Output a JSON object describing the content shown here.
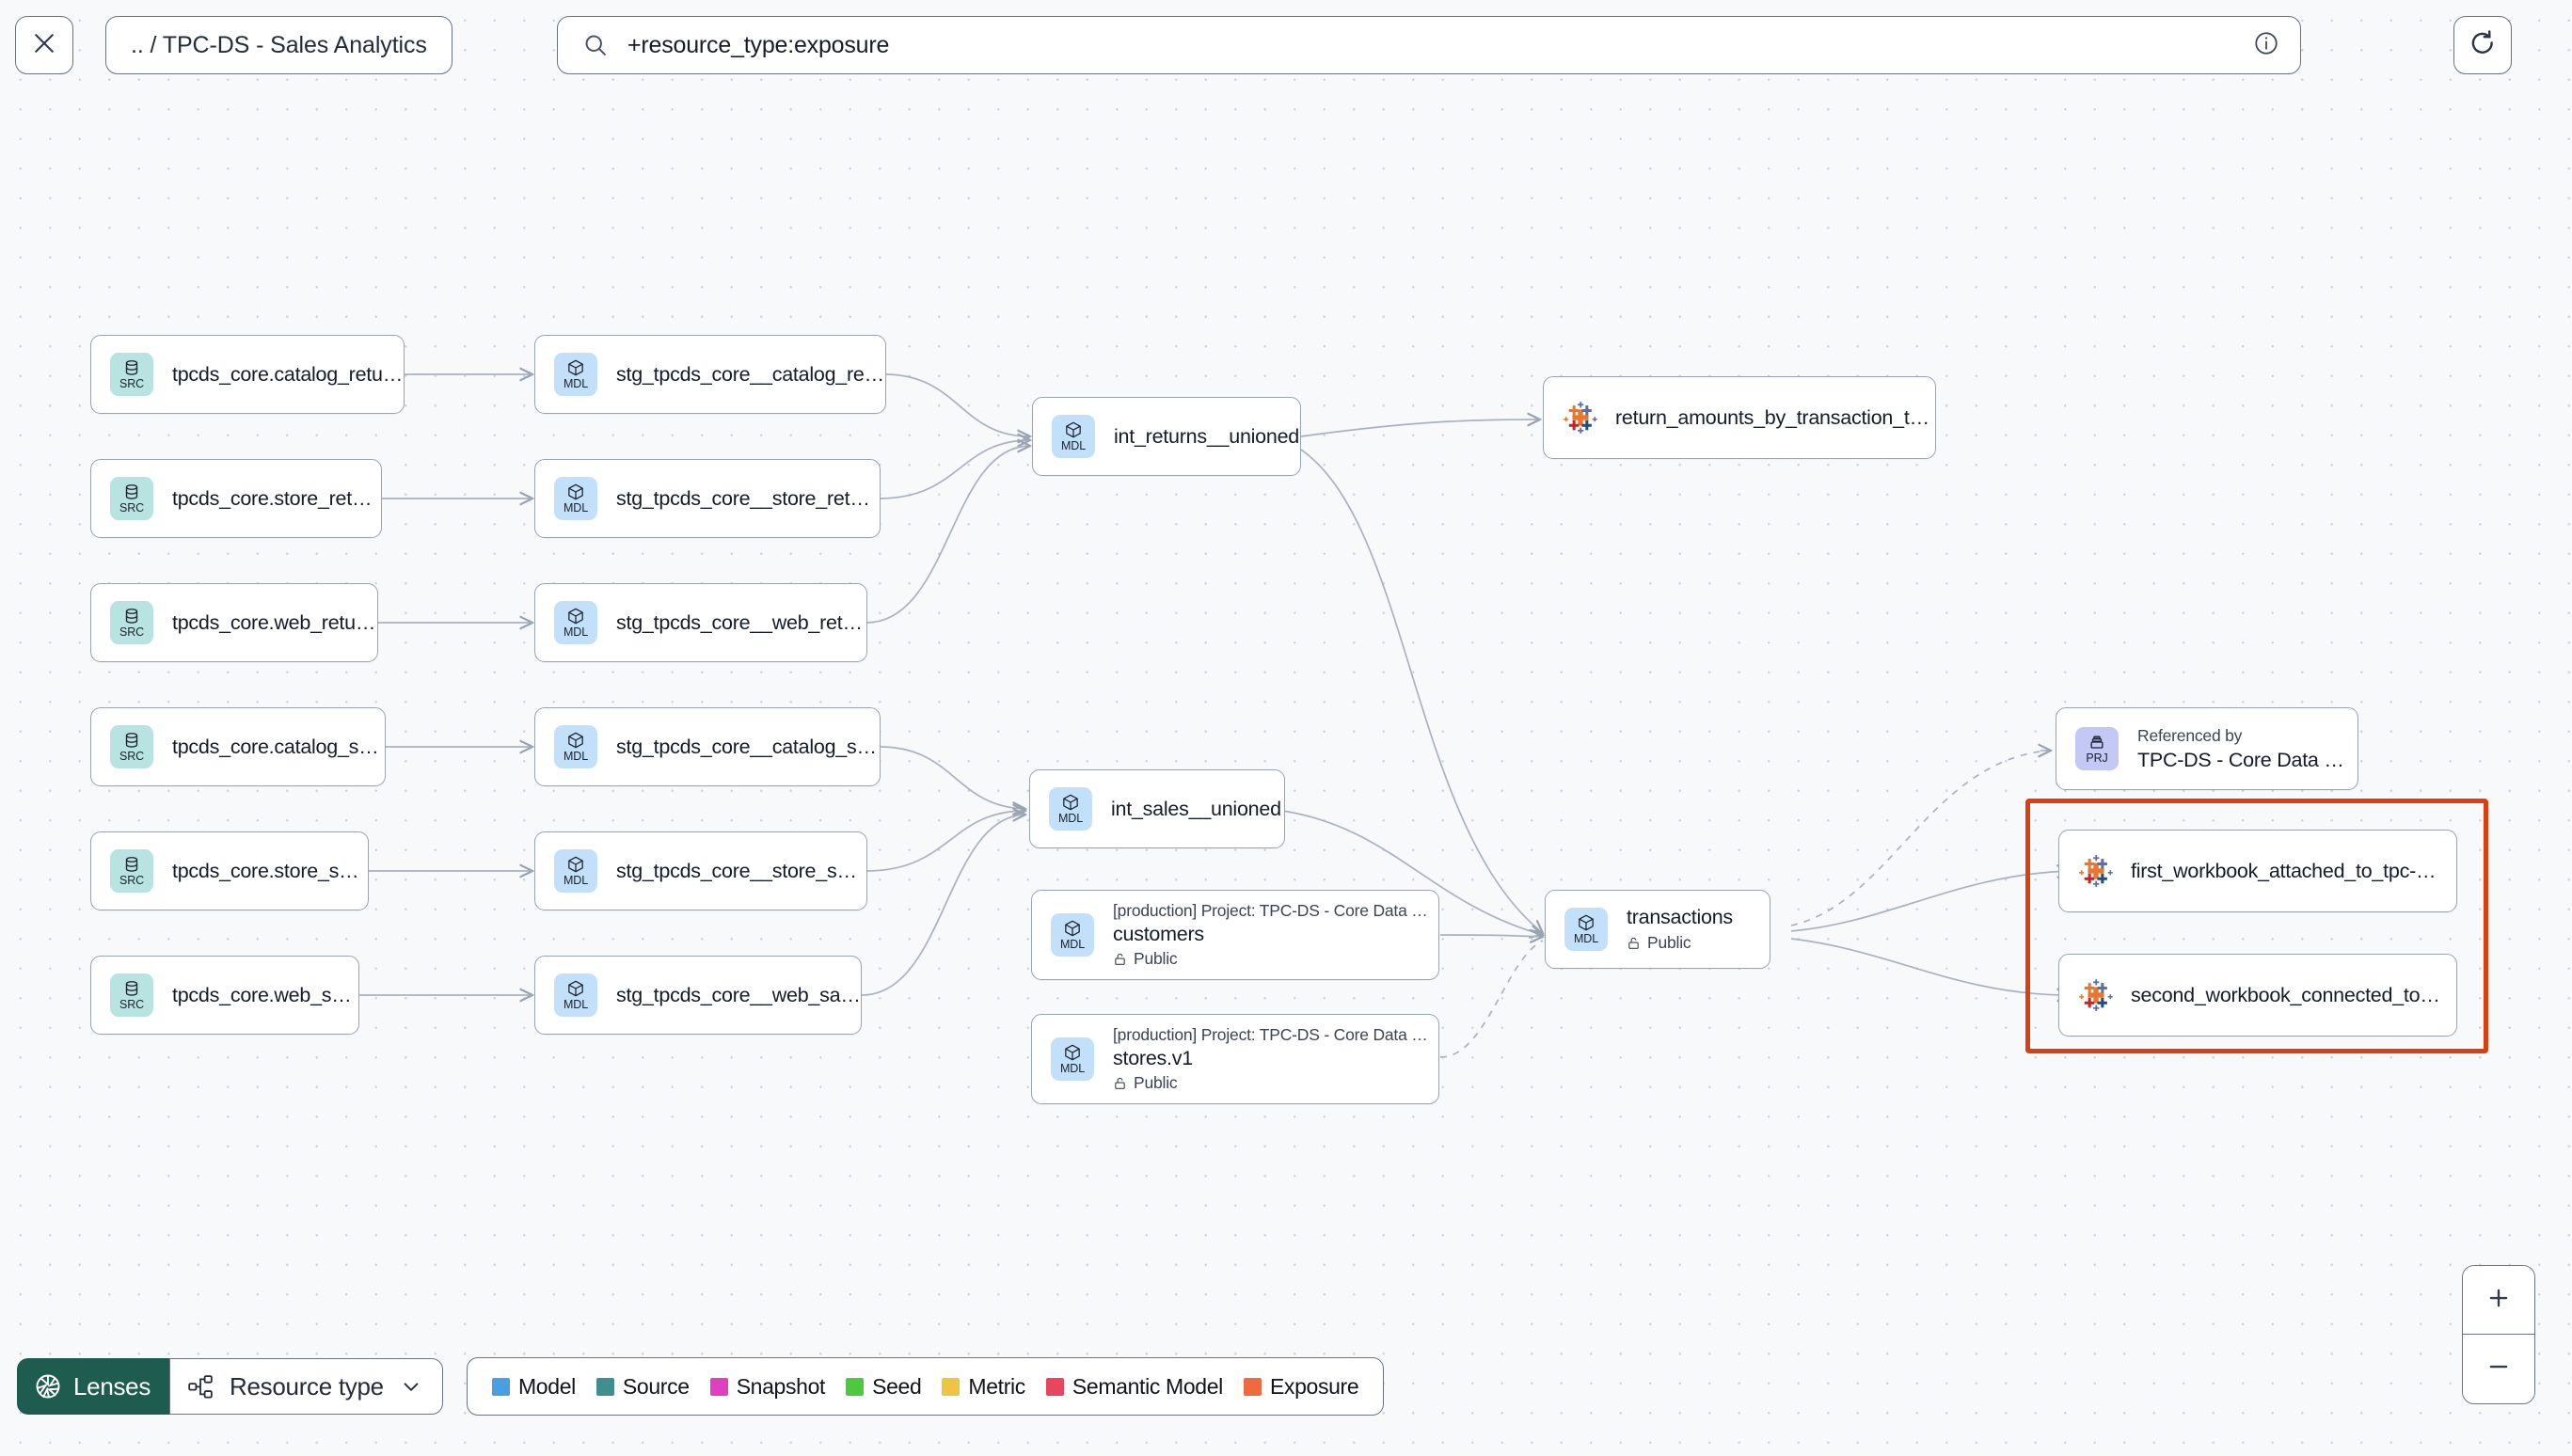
{
  "topbar": {
    "close_icon": "close-icon",
    "breadcrumb": ".. / TPC-DS - Sales Analytics",
    "search": {
      "icon": "search-icon",
      "value": "+resource_type:exposure",
      "info_icon": "info-icon"
    },
    "refresh_icon": "refresh-icon"
  },
  "graph": {
    "sources": [
      {
        "badge": "SRC",
        "name": "tpcds_core.catalog_returns"
      },
      {
        "badge": "SRC",
        "name": "tpcds_core.store_returns"
      },
      {
        "badge": "SRC",
        "name": "tpcds_core.web_returns"
      },
      {
        "badge": "SRC",
        "name": "tpcds_core.catalog_sales"
      },
      {
        "badge": "SRC",
        "name": "tpcds_core.store_sales"
      },
      {
        "badge": "SRC",
        "name": "tpcds_core.web_sales"
      }
    ],
    "staging": [
      {
        "badge": "MDL",
        "name": "stg_tpcds_core__catalog_returns"
      },
      {
        "badge": "MDL",
        "name": "stg_tpcds_core__store_returns"
      },
      {
        "badge": "MDL",
        "name": "stg_tpcds_core__web_returns"
      },
      {
        "badge": "MDL",
        "name": "stg_tpcds_core__catalog_sales"
      },
      {
        "badge": "MDL",
        "name": "stg_tpcds_core__store_sales"
      },
      {
        "badge": "MDL",
        "name": "stg_tpcds_core__web_sales"
      }
    ],
    "intermediate": [
      {
        "badge": "MDL",
        "name": "int_returns__unioned"
      },
      {
        "badge": "MDL",
        "name": "int_sales__unioned"
      }
    ],
    "semantic_models": [
      {
        "badge": "MDL",
        "project": "[production] Project: TPC-DS - Core Data Mo…",
        "name": "customers",
        "visibility": "Public",
        "visibility_icon": "unlock-icon"
      },
      {
        "badge": "MDL",
        "project": "[production] Project: TPC-DS - Core Data Mo…",
        "name": "stores.v1",
        "visibility": "Public",
        "visibility_icon": "unlock-icon"
      }
    ],
    "transactions": {
      "badge": "MDL",
      "name": "transactions",
      "visibility": "Public",
      "visibility_icon": "unlock-icon"
    },
    "project_ref": {
      "badge": "PRJ",
      "caption": "Referenced by",
      "name": "TPC-DS - Core Data Models"
    },
    "metric_exposure": {
      "icon": "tableau-icon",
      "name": "return_amounts_by_transaction_type"
    },
    "exposures": [
      {
        "icon": "tableau-icon",
        "name": "first_workbook_attached_to_tpc-ds_-_…"
      },
      {
        "icon": "tableau-icon",
        "name": "second_workbook_connected_to_live…"
      }
    ],
    "highlight_color": "#d93f10"
  },
  "bottombar": {
    "lenses": {
      "label": "Lenses",
      "icon": "aperture-icon",
      "color": "#1d5c4f"
    },
    "resource_type": {
      "label": "Resource type",
      "icon": "hierarchy-icon",
      "chevron": "chevron-down-icon"
    },
    "legend": [
      {
        "label": "Model",
        "color": "#4a9fe0"
      },
      {
        "label": "Source",
        "color": "#3f8f8f"
      },
      {
        "label": "Snapshot",
        "color": "#e040c0"
      },
      {
        "label": "Seed",
        "color": "#4cc93f"
      },
      {
        "label": "Metric",
        "color": "#eec543"
      },
      {
        "label": "Semantic Model",
        "color": "#e8455e"
      },
      {
        "label": "Exposure",
        "color": "#ee6b40"
      }
    ],
    "zoom": {
      "in": "plus-icon",
      "out": "minus-icon"
    }
  }
}
